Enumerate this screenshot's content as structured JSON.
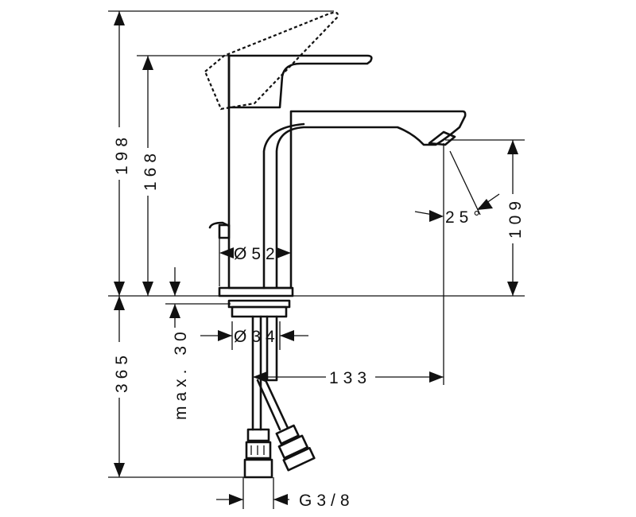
{
  "dimensions": {
    "total_height": "198",
    "lever_height": "168",
    "spout_height": "109",
    "diameter_base": "Ø52",
    "diameter_hole": "Ø34",
    "spout_reach": "133",
    "spout_angle": "25°",
    "max_thickness": "max. 30",
    "below_deck": "365",
    "connection_thread": "G3/8"
  }
}
